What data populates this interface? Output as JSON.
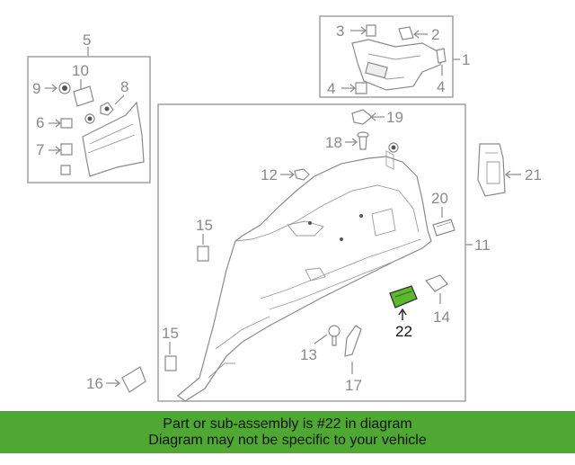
{
  "diagram": {
    "callouts": {
      "c1": "1",
      "c2": "2",
      "c3": "3",
      "c4a": "4",
      "c4b": "4",
      "c5": "5",
      "c6": "6",
      "c7": "7",
      "c8": "8",
      "c9": "9",
      "c10": "10",
      "c11": "11",
      "c12": "12",
      "c13": "13",
      "c14": "14",
      "c15a": "15",
      "c15b": "15",
      "c16": "16",
      "c17": "17",
      "c18": "18",
      "c19": "19",
      "c20": "20",
      "c21": "21",
      "c22": "22"
    },
    "highlight_color": "#5cb82e"
  },
  "banner": {
    "line1": "Part or sub-assembly is #22 in diagram",
    "line2": "Diagram may not be specific to your vehicle",
    "background": "#4fa831"
  }
}
